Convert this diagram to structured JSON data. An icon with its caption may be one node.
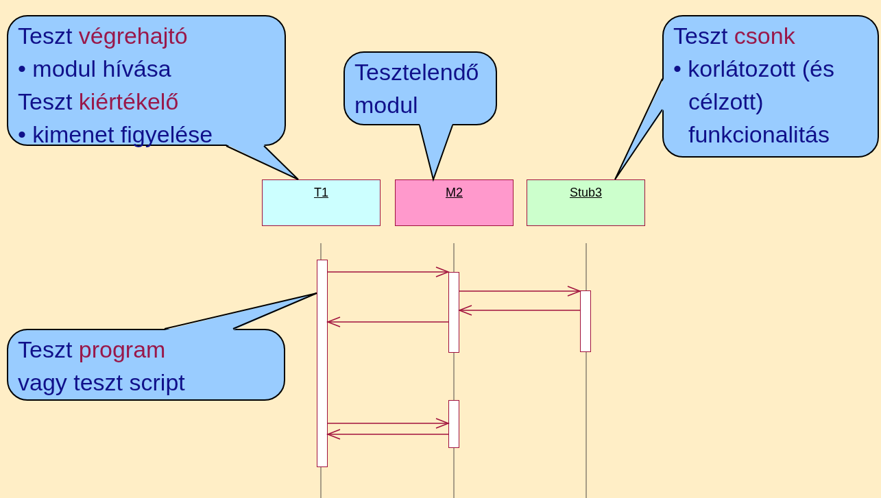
{
  "diagram": {
    "nodes": [
      {
        "text": [
          "Teszt végrehajtó",
          "• modul hívása",
          "Teszt kiértékelő",
          "• kimenet figyelése"
        ]
      },
      {
        "text": [
          "Tesztelendő modul"
        ]
      },
      {
        "text": [
          "Teszt csonk",
          "• korlátozott (és célzott) funkcionalitás"
        ]
      },
      {
        "text": [
          "T1"
        ]
      },
      {
        "text": [
          "M2"
        ]
      },
      {
        "text": [
          "Stub3"
        ]
      },
      {
        "text": [
          "Teszt program vagy teszt script"
        ]
      },
      {
        "text": [],
        "shape": "bar"
      },
      {
        "text": [],
        "shape": "bar"
      },
      {
        "text": [],
        "shape": "bar"
      },
      {
        "text": [],
        "shape": "bar"
      }
    ],
    "edges": [
      {
        "from": 0,
        "to": 3,
        "arrow": "none",
        "color": "#000000"
      },
      {
        "from": 1,
        "to": 4,
        "arrow": "none",
        "color": "#000000"
      },
      {
        "from": 2,
        "to": 5,
        "arrow": "none",
        "color": "#000000"
      },
      {
        "from": 6,
        "to": 7,
        "arrow": "none",
        "color": "#000000"
      },
      {
        "from": 7,
        "to": 8,
        "arrow": "to"
      },
      {
        "from": 8,
        "to": 9,
        "arrow": "to"
      },
      {
        "from": 9,
        "to": 8,
        "arrow": "to"
      },
      {
        "from": 8,
        "to": 7,
        "arrow": "to"
      },
      {
        "from": 7,
        "to": 10,
        "arrow": "to"
      },
      {
        "from": 10,
        "to": 7,
        "arrow": "to"
      }
    ]
  }
}
